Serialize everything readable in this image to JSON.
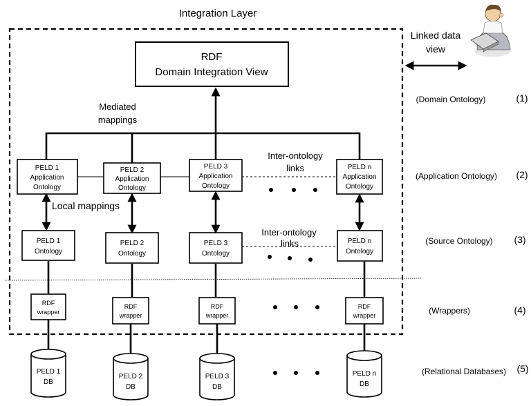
{
  "integration_layer_title": "Integration Layer",
  "rdf_view": {
    "line1": "RDF",
    "line2": "Domain Integration View"
  },
  "linked_data": {
    "line1": "Linked data",
    "line2": "view"
  },
  "mediated_mappings": {
    "line1": "Mediated",
    "line2": "mappings"
  },
  "local_mappings": "Local mappings",
  "inter_ontology_links": {
    "line1": "Inter-ontology",
    "line2": "links"
  },
  "app_ontologies": [
    {
      "line1": "PELD 1",
      "line2": "Application",
      "line3": "Ontology"
    },
    {
      "line1": "PELD 2",
      "line2": "Application",
      "line3": "Ontology"
    },
    {
      "line1": "PELD 3",
      "line2": "Application",
      "line3": "Ontology"
    },
    {
      "line1": "PELD n",
      "line2": "Application",
      "line3": "Ontology"
    }
  ],
  "source_ontologies": [
    {
      "line1": "PELD 1",
      "line2": "Ontology"
    },
    {
      "line1": "PELD 2",
      "line2": "Ontology"
    },
    {
      "line1": "PELD 3",
      "line2": "Ontology"
    },
    {
      "line1": "PELD n",
      "line2": "Ontology"
    }
  ],
  "wrappers": [
    {
      "line1": "RDF",
      "line2": "wrapper"
    },
    {
      "line1": "RDF",
      "line2": "wrapper"
    },
    {
      "line1": "RDF",
      "line2": "wrapper"
    },
    {
      "line1": "RDF",
      "line2": "wrapper"
    }
  ],
  "databases": [
    {
      "line1": "PELD 1",
      "line2": "DB"
    },
    {
      "line1": "PELD 2",
      "line2": "DB"
    },
    {
      "line1": "PELD 3",
      "line2": "DB"
    },
    {
      "line1": "PELD n",
      "line2": "DB"
    }
  ],
  "layers": [
    {
      "name": "(Domain Ontology)",
      "number": "(1)"
    },
    {
      "name": "(Application Ontology)",
      "number": "(2)"
    },
    {
      "name": "(Source Ontology)",
      "number": "(3)"
    },
    {
      "name": "(Wrappers)",
      "number": "(4)"
    },
    {
      "name": "(Relational Databases)",
      "number": "(5)"
    }
  ],
  "user_figure": "user-at-laptop"
}
